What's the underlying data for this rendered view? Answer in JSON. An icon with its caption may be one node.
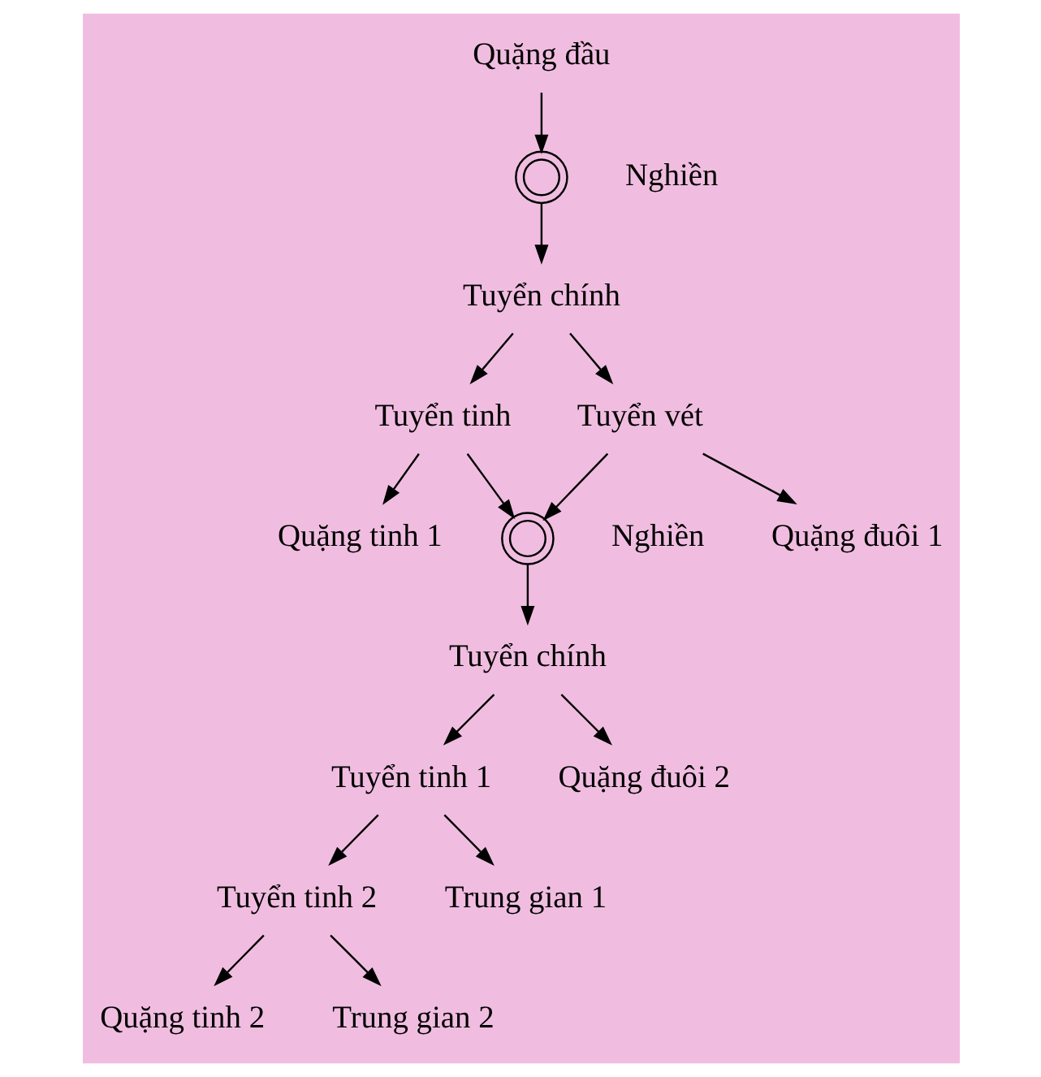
{
  "diagram": {
    "nodes": [
      {
        "text": [
          "Quặng đầu"
        ]
      },
      {
        "text": [],
        "shape": "circle",
        "beside": [
          "Nghiền"
        ]
      },
      {
        "text": [
          "Tuyển chính"
        ]
      },
      {
        "text": [
          "Tuyển tinh"
        ]
      },
      {
        "text": [
          "Tuyển vét"
        ]
      },
      {
        "text": [
          "Quặng tinh 1"
        ]
      },
      {
        "text": [
          "Quặng đuôi 1"
        ]
      },
      {
        "text": [],
        "shape": "circle",
        "beside": [
          "Nghiền"
        ]
      },
      {
        "text": [
          "Tuyển chính"
        ]
      },
      {
        "text": [
          "Tuyển tinh 1"
        ]
      },
      {
        "text": [
          "Quặng đuôi 2"
        ]
      },
      {
        "text": [
          "Tuyển tinh 2"
        ]
      },
      {
        "text": [
          "Trung gian 1"
        ]
      },
      {
        "text": [
          "Quặng tinh 2"
        ]
      },
      {
        "text": [
          "Trung gian 2"
        ]
      }
    ],
    "edges": [
      {
        "from": 0,
        "to": 1,
        "arrow": "to"
      },
      {
        "from": 1,
        "to": 2,
        "arrow": "to"
      },
      {
        "from": 2,
        "to": 3,
        "arrow": "to"
      },
      {
        "from": 2,
        "to": 4,
        "arrow": "to"
      },
      {
        "from": 3,
        "to": 5,
        "arrow": "to"
      },
      {
        "from": 3,
        "to": 7,
        "arrow": "to"
      },
      {
        "from": 4,
        "to": 7,
        "arrow": "to"
      },
      {
        "from": 4,
        "to": 6,
        "arrow": "to"
      },
      {
        "from": 7,
        "to": 8,
        "arrow": "to"
      },
      {
        "from": 8,
        "to": 9,
        "arrow": "to"
      },
      {
        "from": 8,
        "to": 10,
        "arrow": "to"
      },
      {
        "from": 9,
        "to": 11,
        "arrow": "to"
      },
      {
        "from": 9,
        "to": 12,
        "arrow": "to"
      },
      {
        "from": 11,
        "to": 13,
        "arrow": "to"
      },
      {
        "from": 11,
        "to": 14,
        "arrow": "to"
      }
    ]
  }
}
